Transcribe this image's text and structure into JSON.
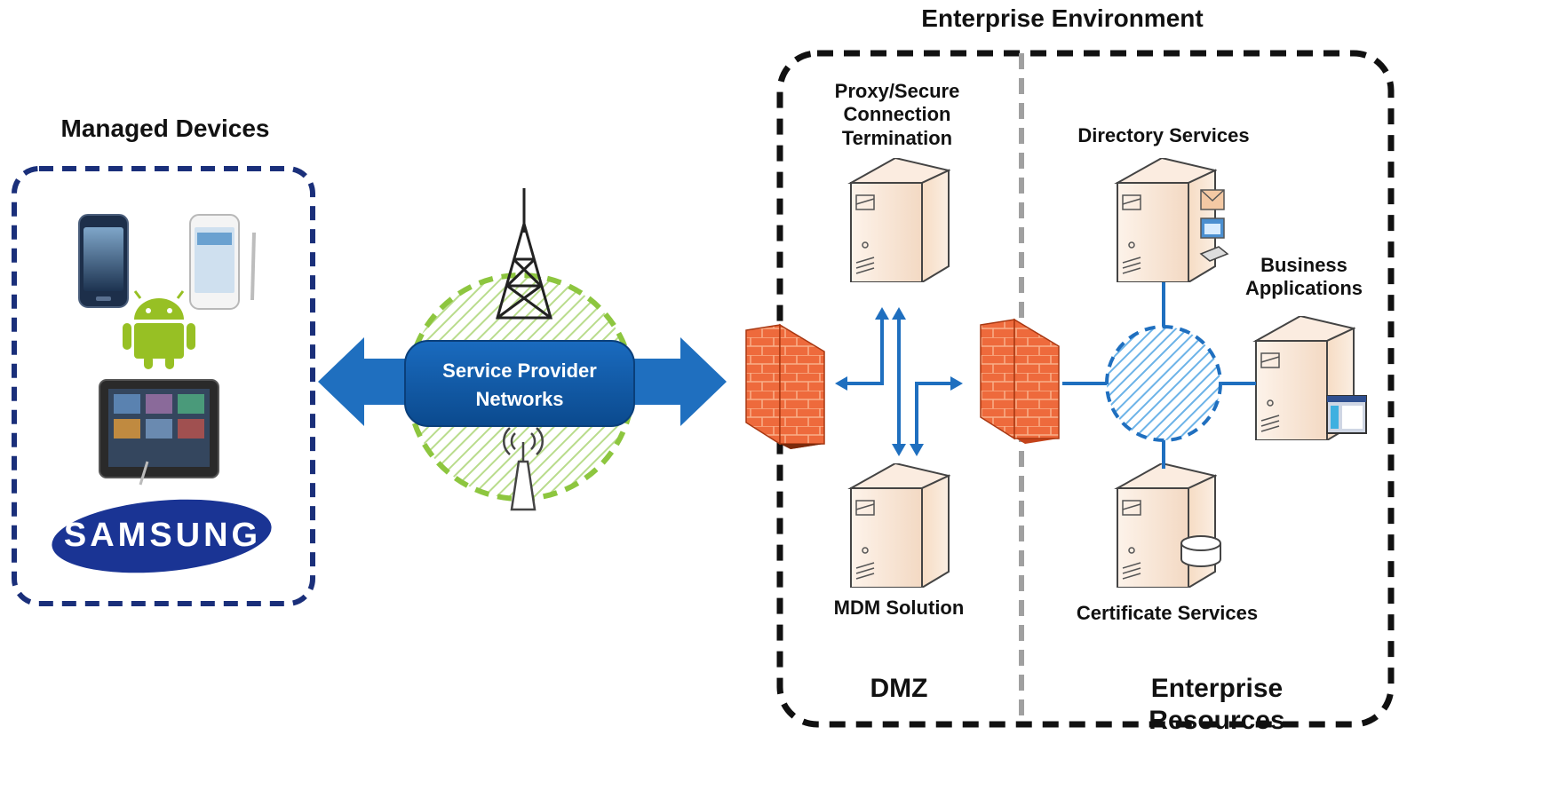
{
  "titles": {
    "enterprise_environment": "Enterprise Environment",
    "managed_devices": "Managed Devices",
    "dmz": "DMZ",
    "enterprise_resources": "Enterprise Resources"
  },
  "cloud": {
    "line1": "Service Provider",
    "line2": "Networks"
  },
  "servers": {
    "proxy": [
      "Proxy/Secure",
      "Connection",
      "Termination"
    ],
    "mdm": "MDM Solution",
    "directory": "Directory Services",
    "business": [
      "Business",
      "Applications"
    ],
    "certificate": "Certificate Services"
  },
  "brand": {
    "samsung": "SAMSUNG"
  },
  "colors": {
    "accent_blue": "#1f6fbf",
    "device_border": "#1a2f7a",
    "cloud_fill": "#0d5aa7",
    "network_hatch": "#6cb3e8",
    "tower_zone": "#8dc63f",
    "firewall": "#e8552a",
    "android_green": "#97c024"
  }
}
